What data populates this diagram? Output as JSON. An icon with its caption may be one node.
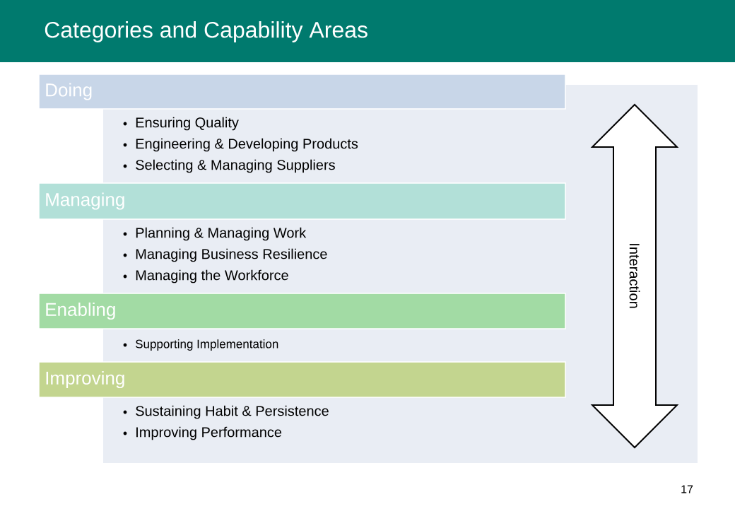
{
  "diagram": {
    "title": "Categories and Capability Areas",
    "nodes": [
      {
        "text": [
          "Doing"
        ]
      },
      {
        "text": [
          "Managing"
        ]
      },
      {
        "text": [
          "Enabling"
        ]
      },
      {
        "text": [
          "Improving"
        ]
      },
      {
        "text": [
          "Interaction"
        ]
      }
    ],
    "labels": [
      "Ensuring Quality",
      "Engineering & Developing Products",
      "Selecting & Managing Suppliers",
      "Planning & Managing Work",
      "Managing Business Resilience",
      "Managing the Workforce",
      "Supporting Implementation",
      "Sustaining Habit & Persistence",
      "Improving Performance",
      "17"
    ]
  }
}
